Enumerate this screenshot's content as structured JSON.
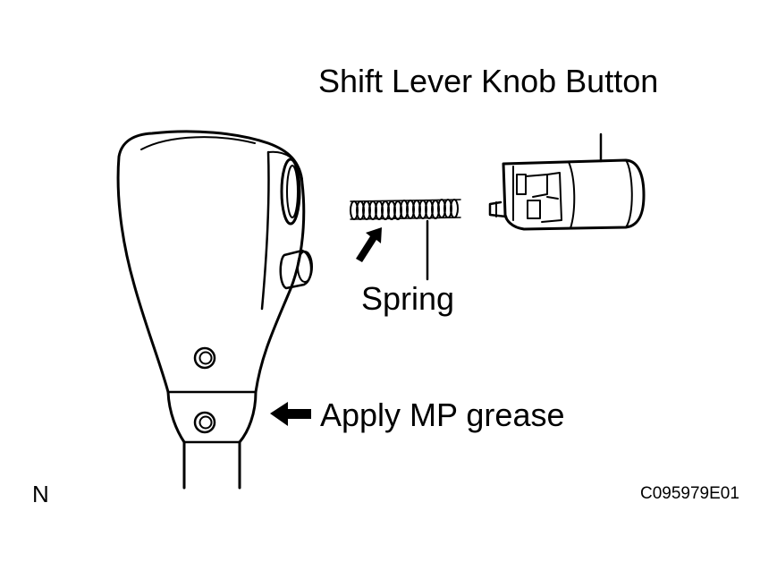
{
  "labels": {
    "knob_button": "Shift Lever Knob Button",
    "spring": "Spring",
    "grease": "Apply MP grease",
    "corner_mark": "N",
    "figure_code": "C095979E01"
  },
  "colors": {
    "ink": "#000000",
    "background": "#ffffff"
  }
}
